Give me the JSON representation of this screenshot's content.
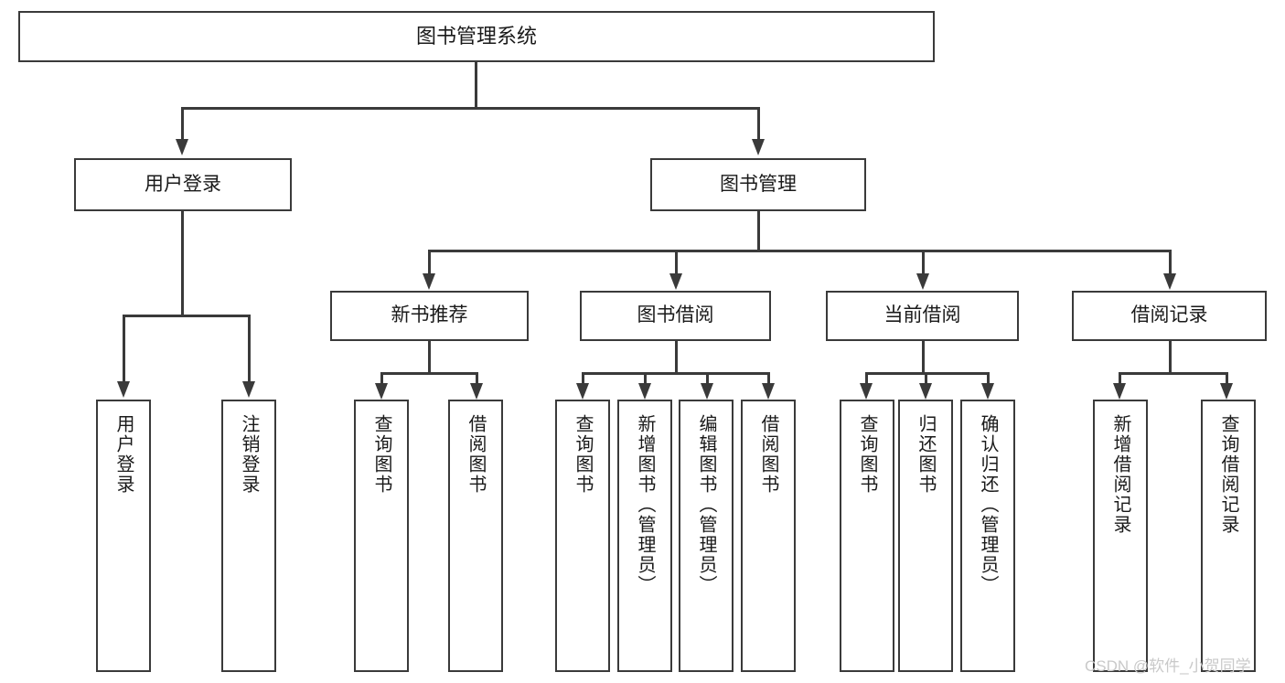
{
  "diagram": {
    "title": "图书管理系统",
    "type": "hierarchy-tree",
    "root": {
      "label": "图书管理系统"
    },
    "level2": [
      {
        "label": "用户登录"
      },
      {
        "label": "图书管理"
      }
    ],
    "level3": [
      {
        "label": "新书推荐"
      },
      {
        "label": "图书借阅"
      },
      {
        "label": "当前借阅"
      },
      {
        "label": "借阅记录"
      }
    ],
    "leaves_user_login": [
      {
        "label": "用户登录"
      },
      {
        "label": "注销登录"
      }
    ],
    "leaves_new_books": [
      {
        "label": "查询图书"
      },
      {
        "label": "借阅图书"
      }
    ],
    "leaves_borrow": [
      {
        "label": "查询图书"
      },
      {
        "label": "新增图书（管理员）"
      },
      {
        "label": "编辑图书（管理员）"
      },
      {
        "label": "借阅图书"
      }
    ],
    "leaves_current": [
      {
        "label": "查询图书"
      },
      {
        "label": "归还图书"
      },
      {
        "label": "确认归还（管理员）"
      }
    ],
    "leaves_records": [
      {
        "label": "新增借阅记录"
      },
      {
        "label": "查询借阅记录"
      }
    ]
  },
  "watermark": {
    "text": "CSDN @软件_小贺同学"
  },
  "colors": {
    "stroke": "#3a3a3a",
    "fill": "#ffffff",
    "text": "#1a1a1a",
    "watermark": "#c9c9c9"
  }
}
